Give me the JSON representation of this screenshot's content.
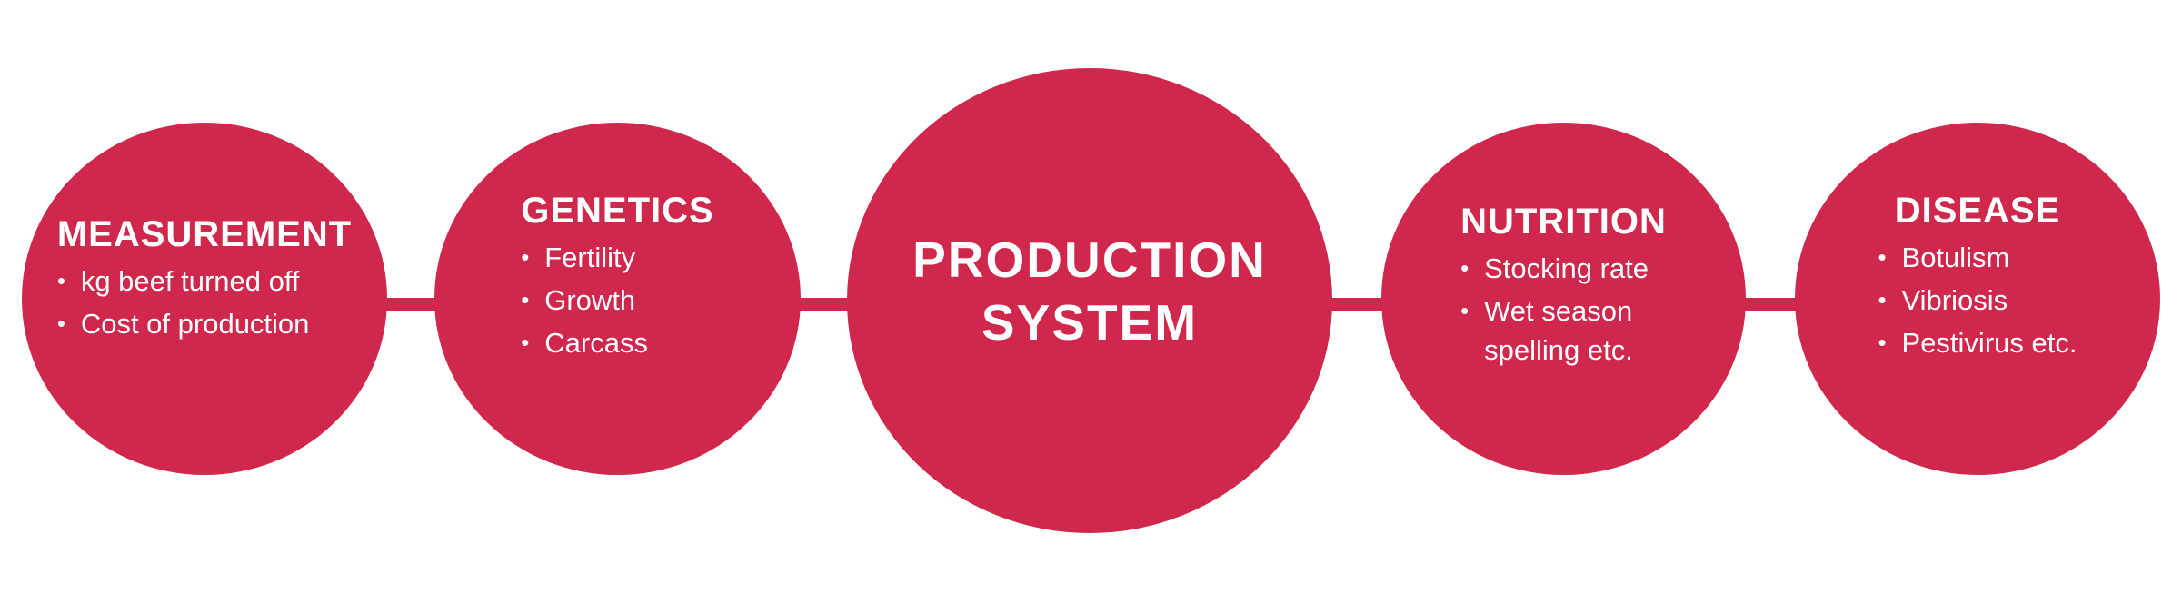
{
  "accent_color": "#d0274d",
  "nodes": [
    {
      "title": "MEASUREMENT",
      "items": [
        "kg beef turned off",
        "Cost of production"
      ]
    },
    {
      "title": "GENETICS",
      "items": [
        "Fertility",
        "Growth",
        "Carcass"
      ]
    },
    {
      "title_line1": "PRODUCTION",
      "title_line2": "SYSTEM"
    },
    {
      "title": "NUTRITION",
      "items": [
        "Stocking rate",
        "Wet season",
        "spelling etc."
      ]
    },
    {
      "title": "DISEASE",
      "items": [
        "Botulism",
        "Vibriosis",
        "Pestivirus etc."
      ]
    }
  ]
}
